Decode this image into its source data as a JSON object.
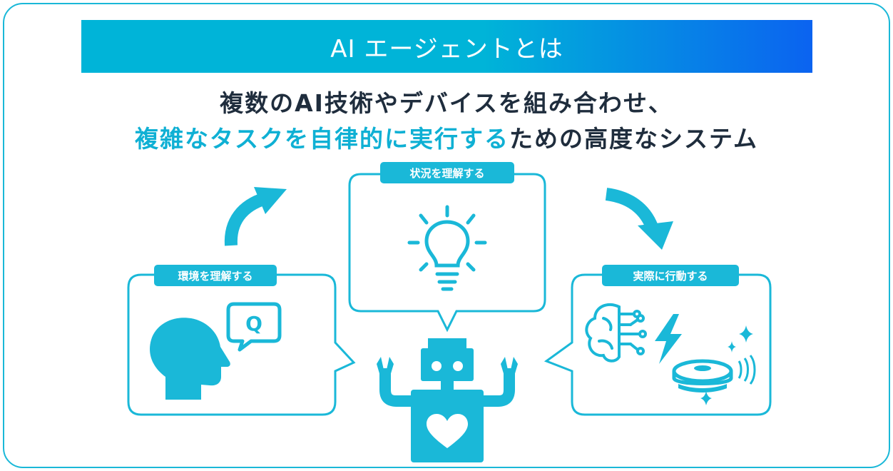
{
  "banner": {
    "title": "AI エージェントとは"
  },
  "headline": {
    "line1": "複数のAI技術やデバイスを組み合わせ、",
    "line2_highlight": "複雑なタスクを自律的に実行する",
    "line2_rest": "ための高度なシステム"
  },
  "steps": {
    "understand_environment": "環境を理解する",
    "understand_situation": "状況を理解する",
    "take_action": "実際に行動する"
  },
  "bubble_letter": "Q",
  "icons": {
    "head": "person-head-icon",
    "question": "speech-bubble-q-icon",
    "idea": "lightbulb-icon",
    "brain": "brain-circuit-icon",
    "power": "lightning-icon",
    "robot_vacuum": "robot-vacuum-icon",
    "robot": "robot-icon",
    "arrow_up": "curved-arrow-up-icon",
    "arrow_down": "curved-arrow-down-icon"
  },
  "colors": {
    "accent": "#1ab8d8",
    "gradient_end": "#0b63f0",
    "text": "#1f2d3d"
  }
}
